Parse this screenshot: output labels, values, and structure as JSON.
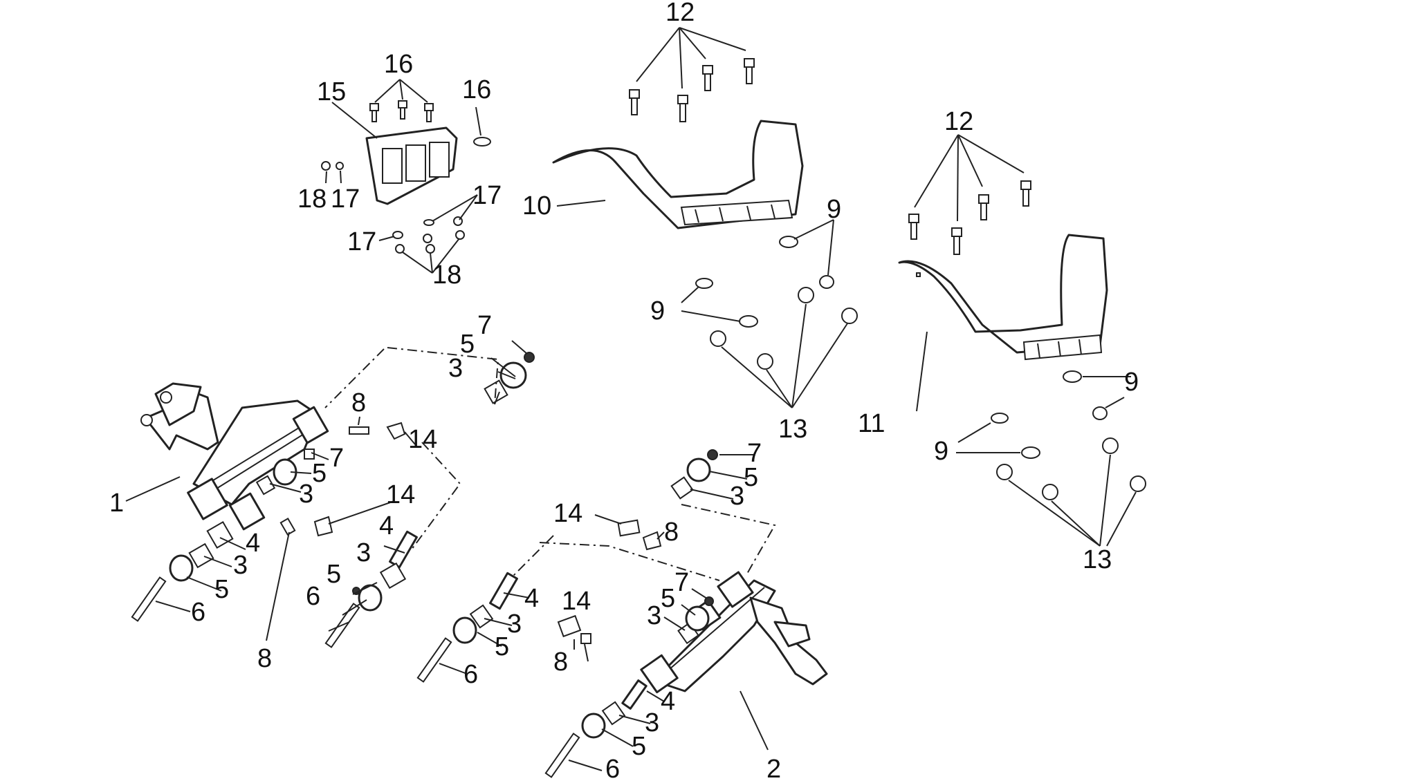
{
  "callouts": {
    "c1": "1",
    "c2": "2",
    "c3a": "3",
    "c3b": "3",
    "c3c": "3",
    "c3d": "3",
    "c3e": "3",
    "c3f": "3",
    "c3g": "3",
    "c3h": "3",
    "c4a": "4",
    "c4b": "4",
    "c4c": "4",
    "c4d": "4",
    "c5a": "5",
    "c5b": "5",
    "c5c": "5",
    "c5d": "5",
    "c5e": "5",
    "c5f": "5",
    "c5g": "5",
    "c5h": "5",
    "c6a": "6",
    "c6b": "6",
    "c6c": "6",
    "c6d": "6",
    "c7a": "7",
    "c7b": "7",
    "c7c": "7",
    "c7d": "7",
    "c8a": "8",
    "c8b": "8",
    "c8c": "8",
    "c8d": "8",
    "c9a": "9",
    "c9b": "9",
    "c9c": "9",
    "c9d": "9",
    "c10": "10",
    "c11": "11",
    "c12a": "12",
    "c12b": "12",
    "c13a": "13",
    "c13b": "13",
    "c14a": "14",
    "c14b": "14",
    "c14c": "14",
    "c14d": "14",
    "c15": "15",
    "c16a": "16",
    "c16b": "16",
    "c17a": "17",
    "c17b": "17",
    "c17c": "17",
    "c18a": "18",
    "c18b": "18"
  }
}
